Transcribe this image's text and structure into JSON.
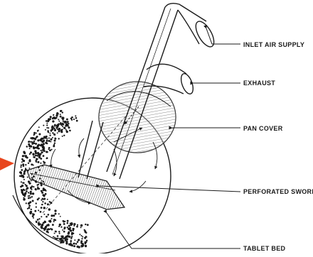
{
  "labels": {
    "inlet": "INLET AIR SUPPLY",
    "exhaust": "EXHAUST",
    "pan_cover": "PAN COVER",
    "sword": "PERFORATED SWORD",
    "bed": "TABLET BED"
  },
  "colors": {
    "ink": "#1a1a1a",
    "pointer": "#e8461e",
    "background": "#ffffff"
  }
}
